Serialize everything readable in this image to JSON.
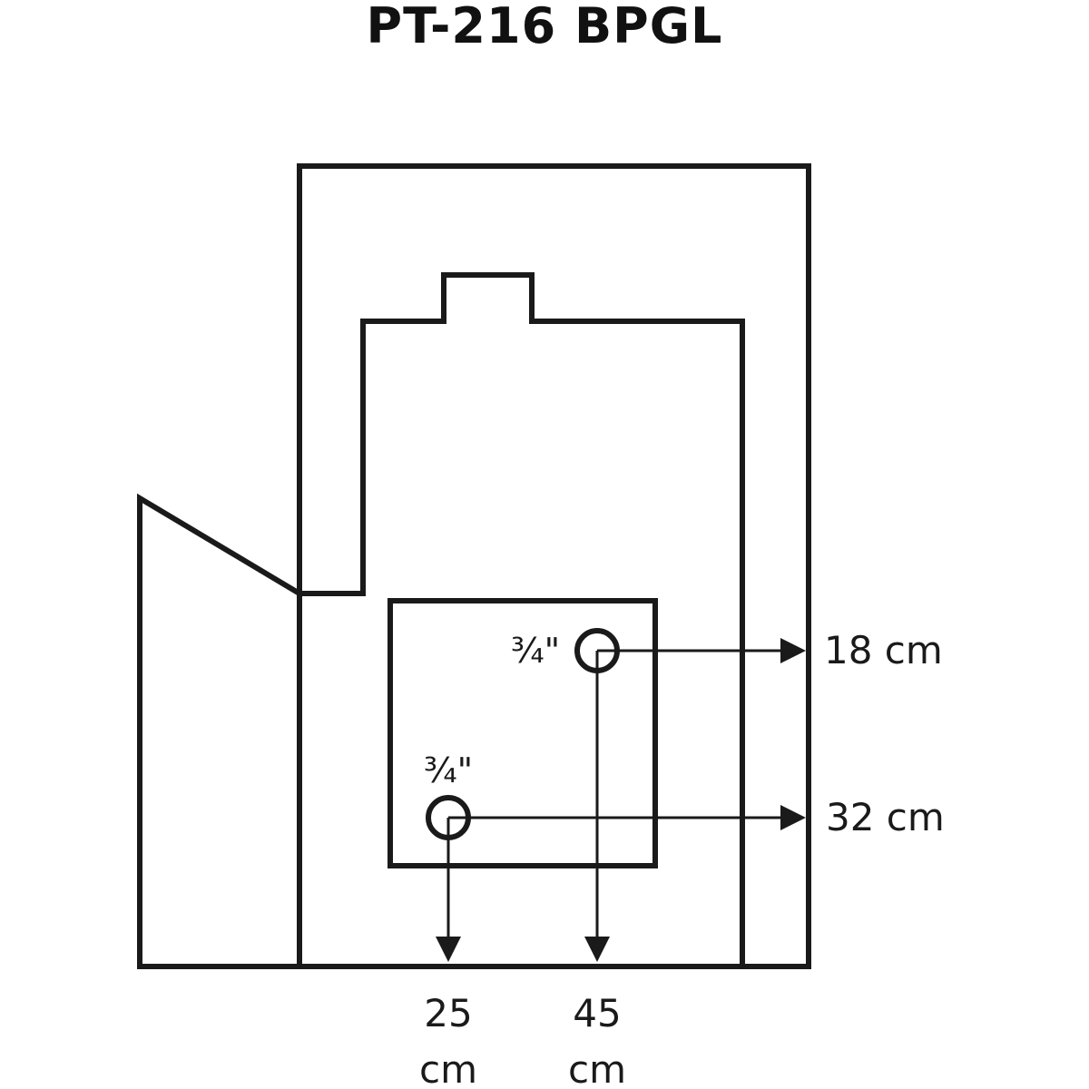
{
  "title": "PT-216 BPGL",
  "upper_pipe": {
    "size": "¾\"",
    "height": "18 cm",
    "side": "45",
    "side_unit": "cm"
  },
  "lower_pipe": {
    "size": "¾\"",
    "height": "32 cm",
    "side": "25",
    "side_unit": "cm"
  },
  "colors": {
    "line": "#1a1a1a",
    "background": "#ffffff"
  }
}
